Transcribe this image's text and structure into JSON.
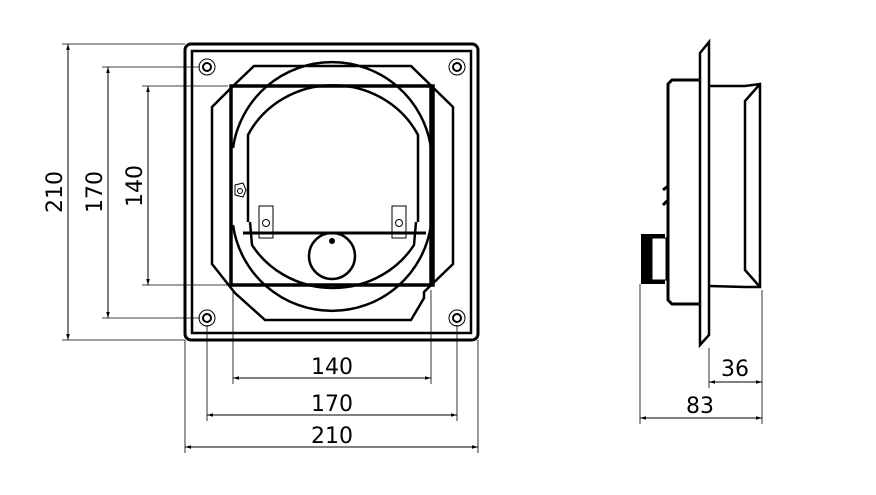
{
  "front_view": {
    "dimensions": {
      "height_outer": "210",
      "height_holes": "170",
      "height_duct": "140",
      "width_duct": "140",
      "width_holes": "170",
      "width_outer": "210"
    }
  },
  "side_view": {
    "dimensions": {
      "spigot_depth": "36",
      "total_depth": "83"
    }
  },
  "colors": {
    "line": "#000000",
    "background": "#ffffff"
  }
}
